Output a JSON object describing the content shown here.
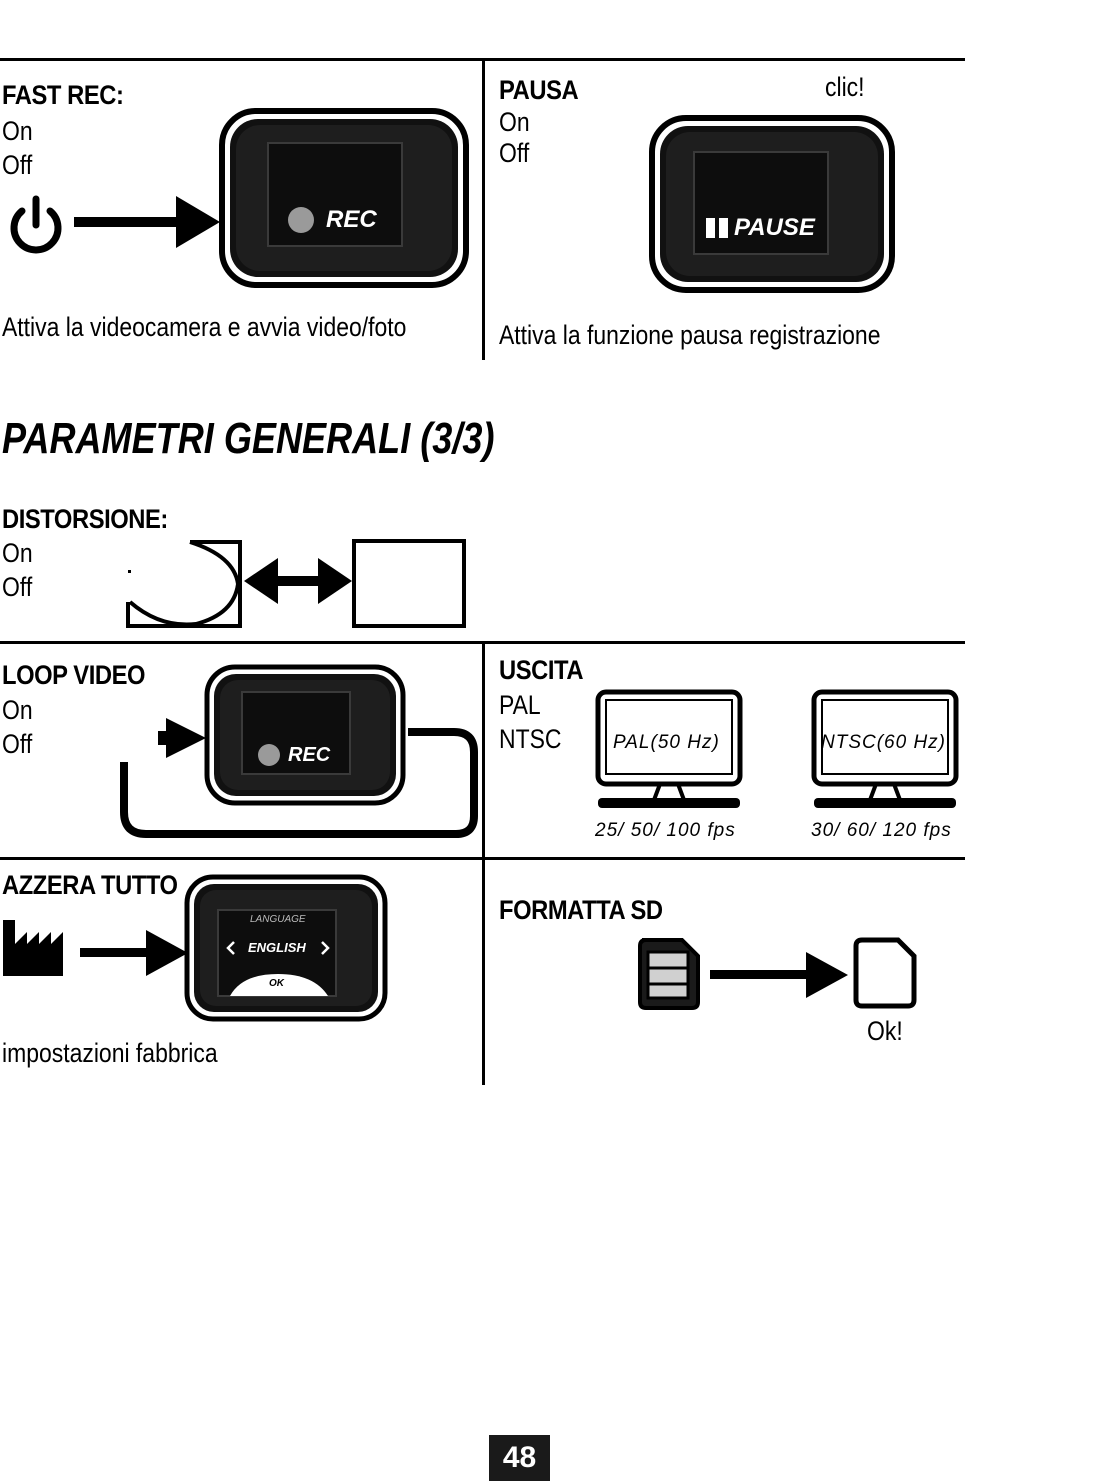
{
  "fast_rec": {
    "heading": "FAST REC:",
    "options": [
      "On",
      "Off"
    ],
    "screen_label": "REC",
    "caption": "Attiva la videocamera e avvia video/foto"
  },
  "pausa": {
    "heading": "PAUSA",
    "options": [
      "On",
      "Off"
    ],
    "click_label": "clic!",
    "screen_label": "PAUSE",
    "caption": "Attiva la funzione pausa registrazione"
  },
  "section_title": "PARAMETRI GENERALI (3/3)",
  "distorsione": {
    "heading": "DISTORSIONE:",
    "options": [
      "On",
      "Off"
    ]
  },
  "loop_video": {
    "heading": "LOOP VIDEO",
    "options": [
      "On",
      "Off"
    ],
    "screen_label": "REC"
  },
  "uscita": {
    "heading": "USCITA",
    "options": [
      "PAL",
      "NTSC"
    ],
    "monitors": [
      {
        "screen_label": "PAL(50 Hz)",
        "fps": "25/ 50/ 100 fps"
      },
      {
        "screen_label": "NTSC(60 Hz)",
        "fps": "30/ 60/ 120 fps"
      }
    ]
  },
  "azzera_tutto": {
    "heading": "AZZERA TUTTO",
    "screen_title": "LANGUAGE",
    "screen_value": "ENGLISH",
    "screen_button": "OK",
    "caption": "impostazioni fabbrica"
  },
  "formatta_sd": {
    "heading": "FORMATTA SD",
    "result_label": "Ok!"
  },
  "page_number": "48",
  "icons": [
    "power-icon",
    "arrow-right-icon",
    "action-camera-icon",
    "rec-dot-icon",
    "pause-icon",
    "double-arrow-icon",
    "distorted-frame-icon",
    "flat-frame-icon",
    "loop-arrow-icon",
    "monitor-icon",
    "factory-icon",
    "chevron-left-icon",
    "chevron-right-icon",
    "sd-card-icon",
    "empty-sd-card-icon"
  ]
}
